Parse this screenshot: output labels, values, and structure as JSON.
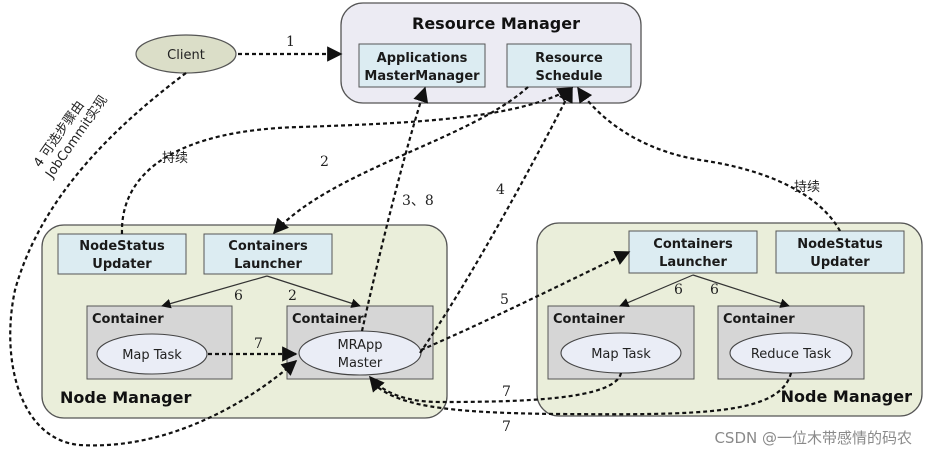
{
  "colors": {
    "resource_manager_bg": "#ecebf3",
    "node_manager_bg": "#eaeeda",
    "component_bg": "#dcecf2",
    "container_bg": "#d6d6d6",
    "ellipse_bg": "#eaedf6",
    "client_bg": "#dbdec8"
  },
  "client": {
    "label": "Client"
  },
  "resource_manager": {
    "title": "Resource Manager",
    "apps_master_manager": {
      "line1": "Applications",
      "line2": "MasterManager"
    },
    "resource_schedule": {
      "line1": "Resource",
      "line2": "Schedule"
    }
  },
  "node_manager_left": {
    "title": "Node Manager",
    "node_status_updater": {
      "line1": "NodeStatus",
      "line2": "Updater"
    },
    "containers_launcher": {
      "line1": "Containers",
      "line2": "Launcher"
    },
    "container_1": {
      "title": "Container",
      "task": "Map Task"
    },
    "container_2": {
      "title": "Container",
      "task_line1": "MRApp",
      "task_line2": "Master"
    }
  },
  "node_manager_right": {
    "title": "Node Manager",
    "node_status_updater": {
      "line1": "NodeStatus",
      "line2": "Updater"
    },
    "containers_launcher": {
      "line1": "Containers",
      "line2": "Launcher"
    },
    "container_1": {
      "title": "Container",
      "task": "Map Task"
    },
    "container_2": {
      "title": "Container",
      "task": "Reduce Task"
    }
  },
  "edge_labels": {
    "step1": "1",
    "step2_top": "2",
    "step2_inner": "2",
    "step3_8": "3、8",
    "step4": "4",
    "step5": "5",
    "step6_left": "6",
    "step6_right_a": "6",
    "step6_right_b": "6",
    "step7_left": "7",
    "step7_bottom_a": "7",
    "step7_bottom_b": "7",
    "continue_left": "持续",
    "continue_right": "持续",
    "optional_line1": "4 可选步骤由",
    "optional_line2": "JobCommit实现"
  },
  "watermark": "CSDN @一位木带感情的码农"
}
